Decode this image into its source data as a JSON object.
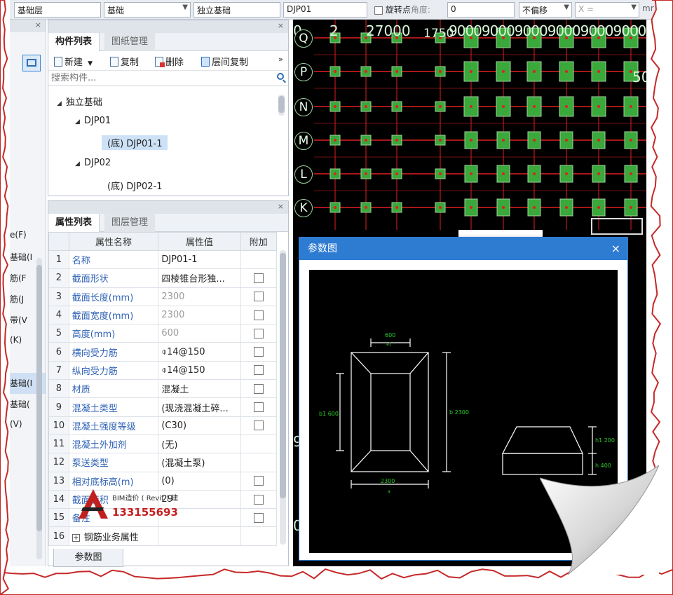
{
  "topbar": {
    "floor_combo": "基础层",
    "type_combo": "基础",
    "category_combo": "独立基础",
    "element_combo": "DJP01",
    "rotate_label": "旋转点",
    "rotate_hint": "角度:",
    "rotate_value": "0",
    "offset_combo": "不偏移",
    "x_label": "X =",
    "unit_label": "mr"
  },
  "left_strip": {
    "items": [
      "e(F)",
      "基础(I",
      "筋(F",
      "筋(J",
      "带(V",
      "(K)",
      "基础(I",
      "基础(",
      "(V)"
    ]
  },
  "component_panel": {
    "tab_active": "构件列表",
    "tab_inactive": "图纸管理",
    "btn_new": "新建",
    "btn_copy": "复制",
    "btn_delete": "删除",
    "btn_floorcopy": "层间复制",
    "more": "»",
    "search_placeholder": "搜索构件...",
    "tree": {
      "root": "独立基础",
      "group1": "DJP01",
      "group1_child": "(底) DJP01-1",
      "group2": "DJP02",
      "group2_child": "(底) DJP02-1"
    }
  },
  "property_panel": {
    "tab_active": "属性列表",
    "tab_inactive": "图层管理",
    "col_name": "属性名称",
    "col_value": "属性值",
    "col_extra": "附加",
    "rows": [
      {
        "no": "1",
        "name": "名称",
        "value": "DJP01-1",
        "disabled": false,
        "checkbox": false
      },
      {
        "no": "2",
        "name": "截面形状",
        "value": "四棱锥台形独...",
        "disabled": false,
        "checkbox": true
      },
      {
        "no": "3",
        "name": "截面长度(mm)",
        "value": "2300",
        "disabled": true,
        "checkbox": true
      },
      {
        "no": "4",
        "name": "截面宽度(mm)",
        "value": "2300",
        "disabled": true,
        "checkbox": true
      },
      {
        "no": "5",
        "name": "高度(mm)",
        "value": "600",
        "disabled": true,
        "checkbox": true
      },
      {
        "no": "6",
        "name": "横向受力筋",
        "value": "⌽14@150",
        "disabled": false,
        "checkbox": true
      },
      {
        "no": "7",
        "name": "纵向受力筋",
        "value": "⌽14@150",
        "disabled": false,
        "checkbox": true
      },
      {
        "no": "8",
        "name": "材质",
        "value": "混凝土",
        "disabled": false,
        "checkbox": true
      },
      {
        "no": "9",
        "name": "混凝土类型",
        "value": "(现浇混凝土碎...",
        "disabled": false,
        "checkbox": true
      },
      {
        "no": "10",
        "name": "混凝土强度等级",
        "value": "(C30)",
        "disabled": false,
        "checkbox": true
      },
      {
        "no": "11",
        "name": "混凝土外加剂",
        "value": "(无)",
        "disabled": false,
        "checkbox": false
      },
      {
        "no": "12",
        "name": "泵送类型",
        "value": "(混凝土泵)",
        "disabled": false,
        "checkbox": false
      },
      {
        "no": "13",
        "name": "相对底标高(m)",
        "value": "(0)",
        "disabled": false,
        "checkbox": true
      },
      {
        "no": "14",
        "name": "截面面积",
        "value": "29",
        "disabled": false,
        "checkbox": true
      },
      {
        "no": "15",
        "name": "备注",
        "value": "",
        "disabled": false,
        "checkbox": true
      },
      {
        "no": "16",
        "name": "钢筋业务属性",
        "value": "",
        "disabled": false,
        "checkbox": false,
        "expander": "+"
      }
    ],
    "bottom_tab": "参数图"
  },
  "watermark": {
    "line1": "BIM造价 ( Revit ) 建",
    "phone": "133155693"
  },
  "cad": {
    "top_dims": [
      "0",
      "2",
      "27000",
      "1750",
      "9000900090009000900090009000"
    ],
    "right_num": "50",
    "left_num1": "9",
    "left_num2": "0",
    "axis_labels": [
      "Q",
      "P",
      "N",
      "M",
      "L",
      "K"
    ],
    "bg_color": "#000000",
    "grid_color": "#e02020",
    "column_color": "#3aa83a"
  },
  "dialog": {
    "title": "参数图",
    "close": "×",
    "labels": {
      "top_width": "600",
      "top_sub": "a1",
      "left_height": "b1 600",
      "right_height": "b 2300",
      "bottom_width": "2300",
      "bottom_sub": "a",
      "h1": "h1 200",
      "h": "h 400"
    },
    "accent_color": "#2e7bd2"
  }
}
